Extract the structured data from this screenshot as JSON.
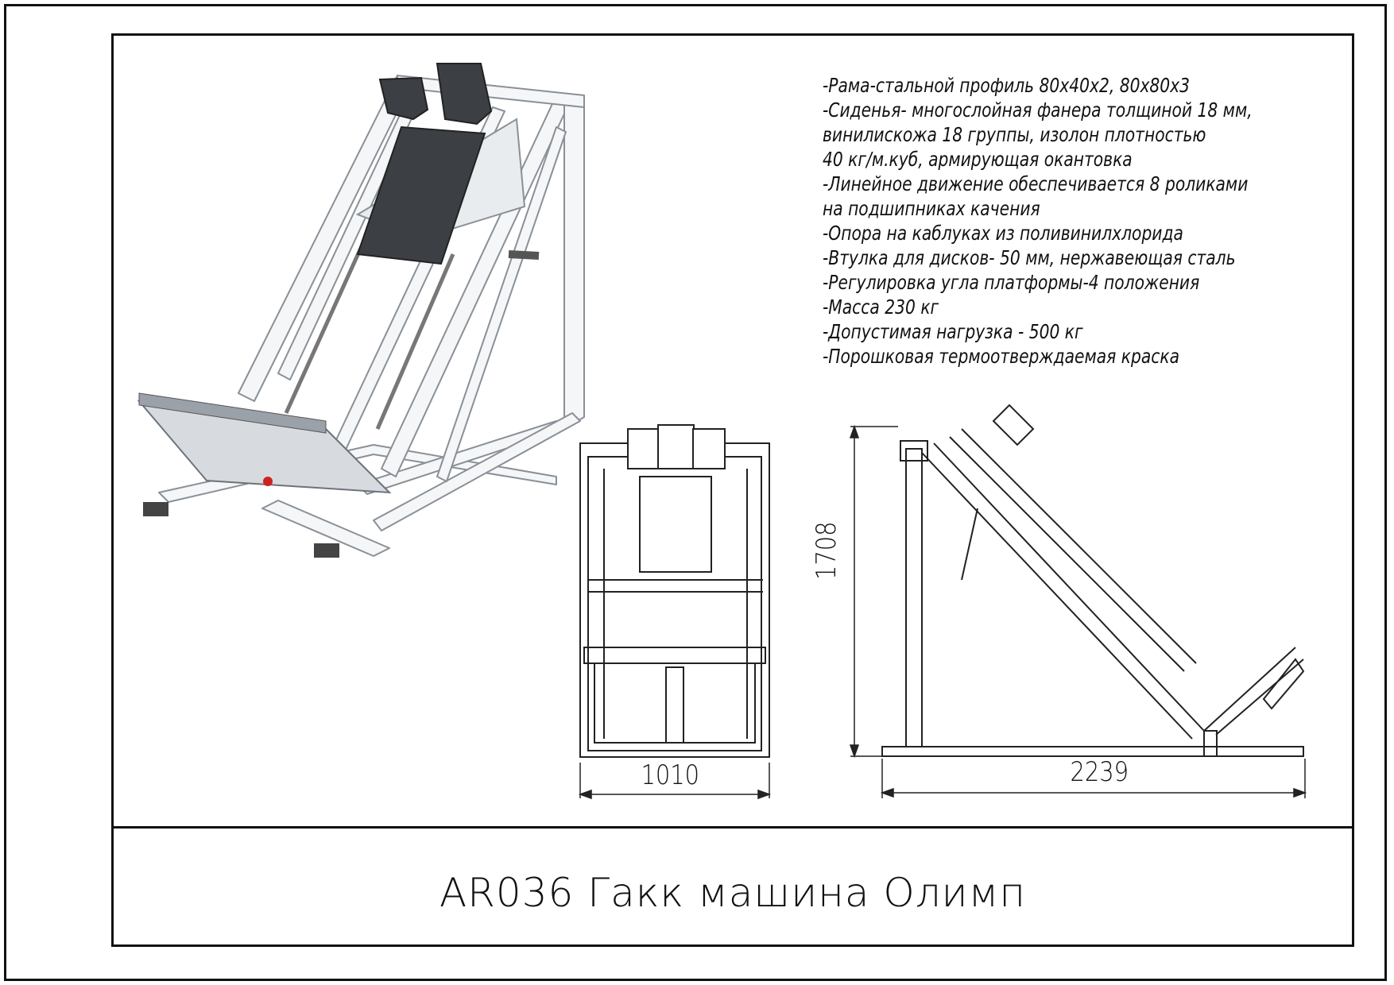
{
  "title": "AR036 Гакк машина Олимп",
  "specs": [
    "-Рама-стальной профиль 80x40x2, 80x80x3",
    "-Сиденья- многослойная фанера толщиной 18 мм,",
    "винилискожа 18 группы, изолон плотностью",
    "40 кг/м.куб, армирующая окантовка",
    "-Линейное движение обеспечивается 8 роликами",
    "на подшипниках качения",
    "-Опора на каблуках из поливинилхлорида",
    "-Втулка для дисков- 50 мм, нержавеющая сталь",
    "-Регулировка угла платформы-4 положения",
    "-Масса 230 кг",
    "-Допустимая нагрузка - 500 кг",
    "-Порошковая термоотверждаемая краска"
  ],
  "dimensions": {
    "width": "1010",
    "height": "1708",
    "length": "2239"
  },
  "colors": {
    "frame_white": "#f4f6f8",
    "frame_shadow": "#c9ced4",
    "pad_dark": "#3c3f44",
    "line": "#111111"
  }
}
